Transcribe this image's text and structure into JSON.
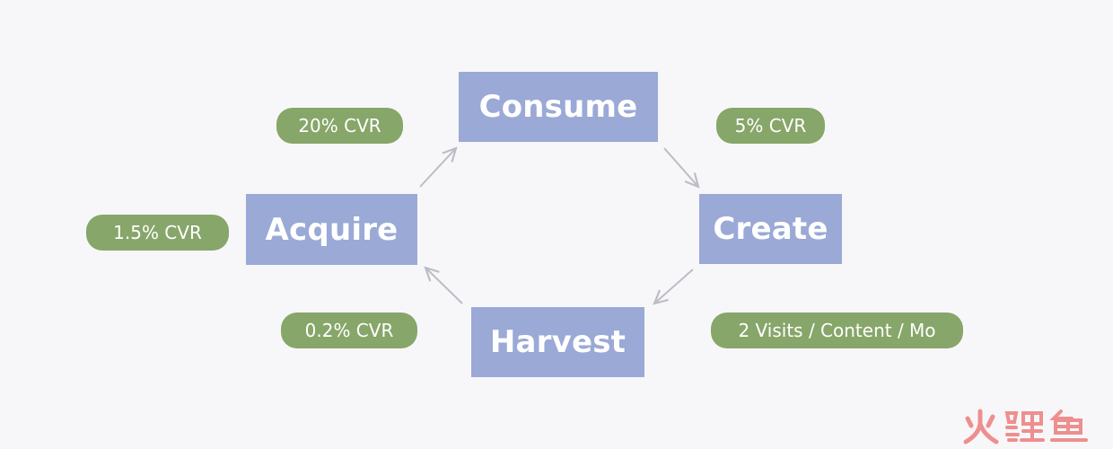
{
  "nodes": {
    "consume": "Consume",
    "create": "Create",
    "harvest": "Harvest",
    "acquire": "Acquire"
  },
  "metrics": {
    "consume_to_create": "5% CVR",
    "create_to_harvest": "2 Visits / Content / Mo",
    "harvest_to_acquire": "0.2% CVR",
    "acquire_to_consume": "20% CVR",
    "acquire_input": "1.5% CVR"
  },
  "colors": {
    "node_fill": "#9aa9d6",
    "pill_fill": "#87a66a",
    "arrow": "#bcbcc6",
    "background": "#f7f7f9",
    "watermark": "#ee8f8f"
  },
  "watermark": {
    "text": "火鲤鱼"
  }
}
